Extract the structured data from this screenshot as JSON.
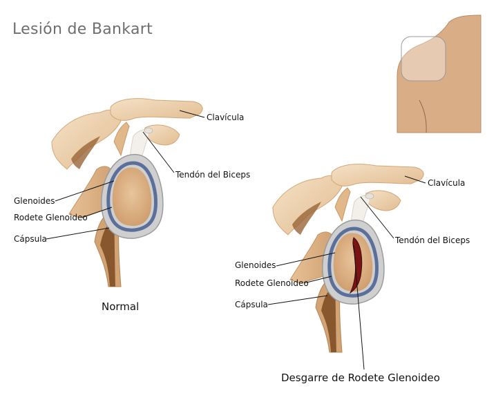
{
  "title": "Lesión de Bankart",
  "colors": {
    "bone_light": "#f2dcbf",
    "bone_mid": "#d8ad80",
    "bone_dark": "#b07a48",
    "skin": "#d9ae87",
    "capsule": "#c9c9c9",
    "labrum": "#5b6f9b",
    "tear": "#7a1414"
  },
  "normal": {
    "caption": "Normal",
    "labels": {
      "clavicula": "Clavícula",
      "tendon": "Tendón del Biceps",
      "glenoides": "Glenoides",
      "rodete": "Rodete Glenoideo",
      "capsula": "Cápsula"
    }
  },
  "lesion": {
    "caption": "Desgarre de Rodete Glenoideo",
    "labels": {
      "clavicula": "Clavícula",
      "tendon": "Tendón del Biceps",
      "glenoides": "Glenoides",
      "rodete": "Rodete Glenoideo",
      "capsula": "Cápsula"
    }
  }
}
